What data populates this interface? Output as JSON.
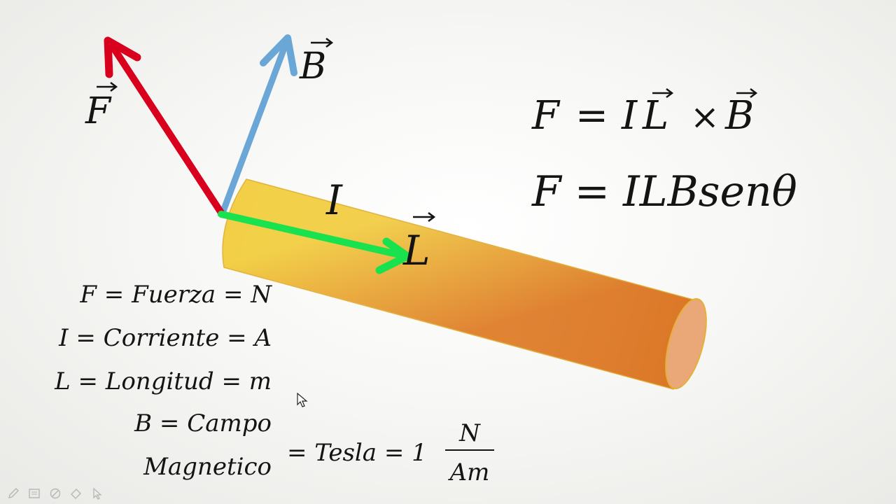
{
  "diagram": {
    "vector_labels": {
      "force": "F",
      "field": "B",
      "length": "L",
      "current": "I"
    },
    "colors": {
      "force_arrow": "#d9001e",
      "field_arrow": "#6aa6d6",
      "length_arrow": "#19e24e",
      "wire_light": "#f2cf45",
      "wire_dark": "#e07f28",
      "wire_end": "#eaa878"
    }
  },
  "formulas": {
    "cross_product": {
      "lhs": "F",
      "eq": "=",
      "i": "I",
      "l": "L",
      "times": "×",
      "b": "B"
    },
    "magnitude": "F = ILBsenθ"
  },
  "definitions": {
    "force": "F = Fuerza = N",
    "current": "I = Corriente = A",
    "length": "L = Longitud = m",
    "field_line1": "B = Campo",
    "field_line2": "Magnetico",
    "tesla": "= Tesla = 1",
    "frac_num": "N",
    "frac_den": "Am"
  },
  "toolbar": {
    "tools": [
      "pen-icon",
      "slides-icon",
      "eraser-icon",
      "highlighter-icon",
      "pointer-icon"
    ]
  }
}
